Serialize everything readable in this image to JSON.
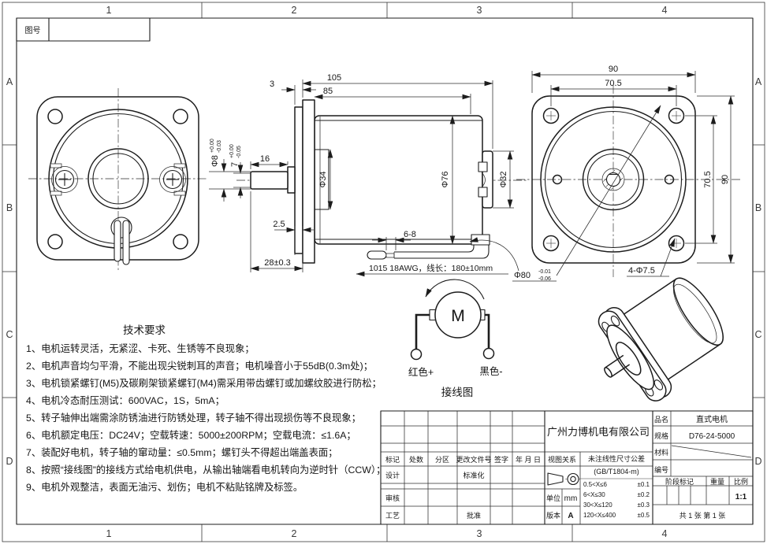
{
  "sheet": {
    "dwg_no_label": "图号"
  },
  "zones": {
    "cols": [
      "1",
      "2",
      "3",
      "4"
    ],
    "rows": [
      "A",
      "B",
      "C",
      "D"
    ]
  },
  "tech": {
    "title": "技术要求",
    "items": [
      "1、电机运转灵活，无紧涩、卡死、生锈等不良现象；",
      "2、电机声音均匀平滑，不能出现尖锐刺耳的声音；电机噪音小于55dB(0.3m处)；",
      "3、电机锁紧螺钉(M5)及碳刷架锁紧螺钉(M4)需采用带齿螺钉或加螺纹胶进行防松；",
      "4、电机冷态耐压测试：600VAC，1S，5mA；",
      "5、转子轴伸出端需涂防锈油进行防锈处理，转子轴不得出现损伤等不良现象；",
      "6、电机额定电压：DC24V；空载转速：5000±200RPM；空载电流：≤1.6A；",
      "7、装配好电机，转子轴的窜动量：≤0.5mm；螺钉头不得超出端盖表面；",
      "8、按照“接线图”的接线方式给电机供电，从输出轴端看电机转向为逆时针（CCW）；",
      "9、电机外观整洁，表面无油污、划伤；电机不粘贴铭牌及标签。"
    ]
  },
  "side": {
    "d3": "3",
    "d105": "105",
    "d85": "85",
    "d16": "16",
    "d25": "2.5",
    "d28": "28±0.3",
    "d68": "6-8",
    "phi34": "Φ34",
    "phi76": "Φ76",
    "phi32": "Φ32",
    "phi8": "Φ8",
    "phi8_up": "+0.00",
    "phi8_lo": "-0.03",
    "f7": "7",
    "f7_up": "+0.00",
    "f7_lo": "-0.05",
    "wire_note": "1015 18AWG，线长：180±10mm"
  },
  "rear": {
    "d90t": "90",
    "d705t": "70.5",
    "d705r": "70.5",
    "d90r": "90",
    "holes": "4-Φ7.5",
    "phi80": "Φ80",
    "phi80_up": "-0.01",
    "phi80_lo": "-0.06"
  },
  "wiring": {
    "m": "M",
    "red": "红色+",
    "black": "黑色-",
    "caption": "接线图"
  },
  "tb": {
    "company": "广州力博机电有限公司",
    "h_mark": "标记",
    "h_count": "处数",
    "h_zone": "分区",
    "h_doc": "更改文件号",
    "h_sign": "签字",
    "h_date": "年 月 日",
    "design": "设计",
    "standard": "标准化",
    "check": "审核",
    "process": "工艺",
    "approve": "批准",
    "view_rel": "视图关系",
    "tol_title": "未注线性尺寸公差",
    "tol_std": "(GB/T1804-m)",
    "tol": [
      {
        "r": "0.5<X≤6",
        "v": "±0.1"
      },
      {
        "r": "6<X≤30",
        "v": "±0.2"
      },
      {
        "r": "30<X≤120",
        "v": "±0.3"
      },
      {
        "r": "120<X≤400",
        "v": "±0.5"
      }
    ],
    "unit_label": "单位",
    "unit": "mm",
    "ver_label": "版本",
    "ver": "A",
    "name_label": "品名",
    "name": "直式电机",
    "spec_label": "规格",
    "spec": "D76-24-5000",
    "mat_label": "材料",
    "no_label": "编号",
    "stage_label": "阶段标记",
    "weight_label": "重量",
    "scale_label": "比例",
    "scale": "1:1",
    "sheets": "共 1 张  第 1 张"
  }
}
